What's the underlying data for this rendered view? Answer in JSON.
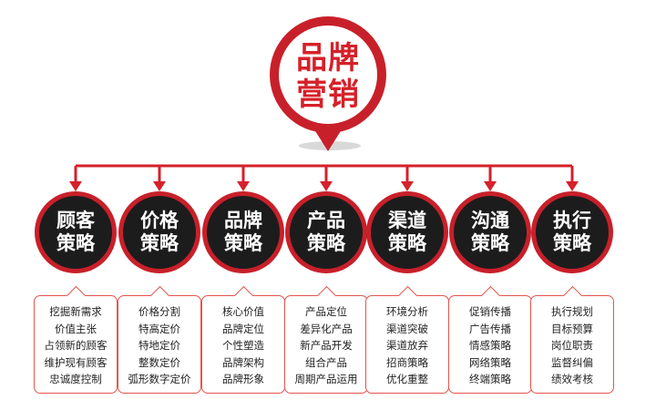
{
  "colors": {
    "accent": "#d6202a",
    "node": "#1c1c1c",
    "ring": "#c8202a",
    "card_border": "#e4554f"
  },
  "hub": {
    "line1": "品牌",
    "line2": "营销"
  },
  "strategies": [
    {
      "line1": "顾客",
      "line2": "策略",
      "items": [
        "挖掘新需求",
        "价值主张",
        "占领新的顾客",
        "维护现有顾客",
        "忠诚度控制"
      ]
    },
    {
      "line1": "价格",
      "line2": "策略",
      "items": [
        "价格分割",
        "特高定价",
        "特地定价",
        "整数定价",
        "弧形数字定价"
      ]
    },
    {
      "line1": "品牌",
      "line2": "策略",
      "items": [
        "核心价值",
        "品牌定位",
        "个性塑造",
        "品牌架构",
        "品牌形象"
      ]
    },
    {
      "line1": "产品",
      "line2": "策略",
      "items": [
        "产品定位",
        "差异化产品",
        "新产品开发",
        "组合产品",
        "周期产品运用"
      ]
    },
    {
      "line1": "渠道",
      "line2": "策略",
      "items": [
        "环境分析",
        "渠道突破",
        "渠道放弃",
        "招商策略",
        "优化重整"
      ]
    },
    {
      "line1": "沟通",
      "line2": "策略",
      "items": [
        "促销传播",
        "广告传播",
        "情感策略",
        "网络策略",
        "终端策略"
      ]
    },
    {
      "line1": "执行",
      "line2": "策略",
      "items": [
        "执行规划",
        "目标预算",
        "岗位职责",
        "监督纠偏",
        "绩效考核"
      ]
    }
  ]
}
